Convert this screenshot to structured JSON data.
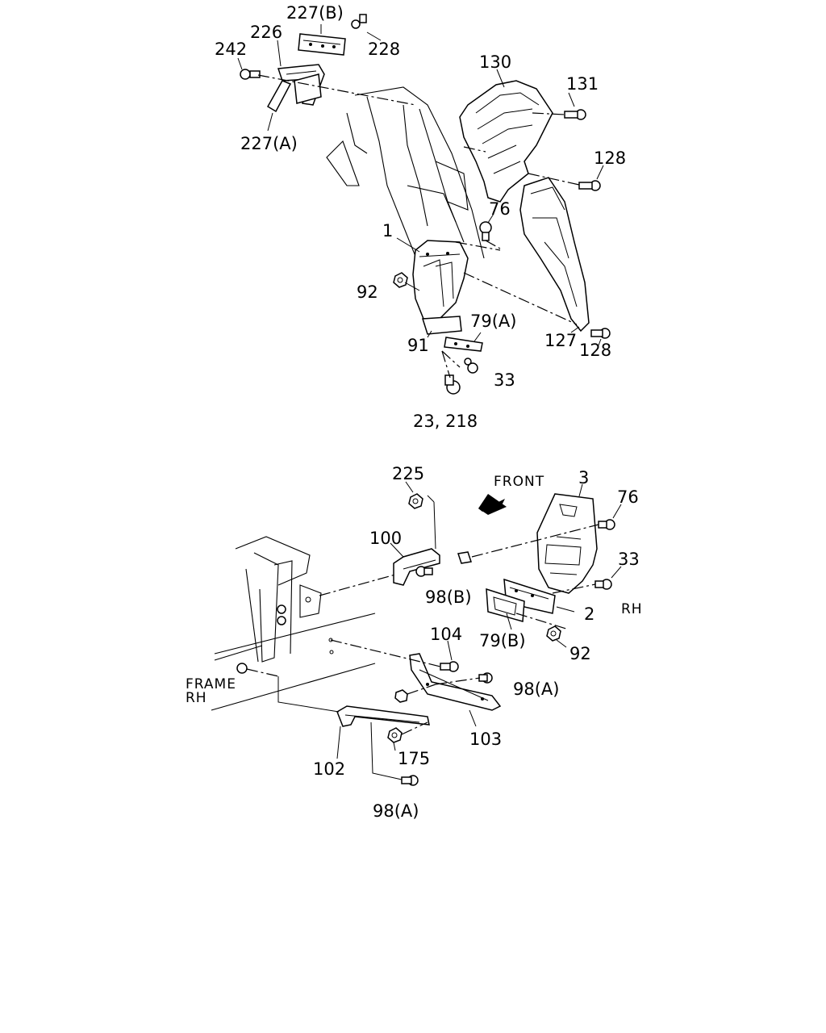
{
  "upper_assembly": {
    "labels": {
      "p227b": "227(B)",
      "p226": "226",
      "p242": "242",
      "p228": "228",
      "p227a": "227(A)",
      "p130": "130",
      "p131": "131",
      "p128_top": "128",
      "p76": "76",
      "p1": "1",
      "p92": "92",
      "p79a": "79(A)",
      "p91": "91",
      "p127": "127",
      "p128_bottom": "128",
      "p33": "33",
      "p23_218": "23, 218"
    }
  },
  "lower_assembly": {
    "labels": {
      "p225": "225",
      "front": "FRONT",
      "p3": "3",
      "p76": "76",
      "p100": "100",
      "p33": "33",
      "p98b": "98(B)",
      "p2": "2",
      "rh": "RH",
      "p79b": "79(B)",
      "p92": "92",
      "p104": "104",
      "frame_line1": "FRAME",
      "frame_line2": "RH",
      "p98a_right": "98(A)",
      "p103": "103",
      "p175": "175",
      "p102": "102",
      "p98a_bottom": "98(A)"
    }
  }
}
